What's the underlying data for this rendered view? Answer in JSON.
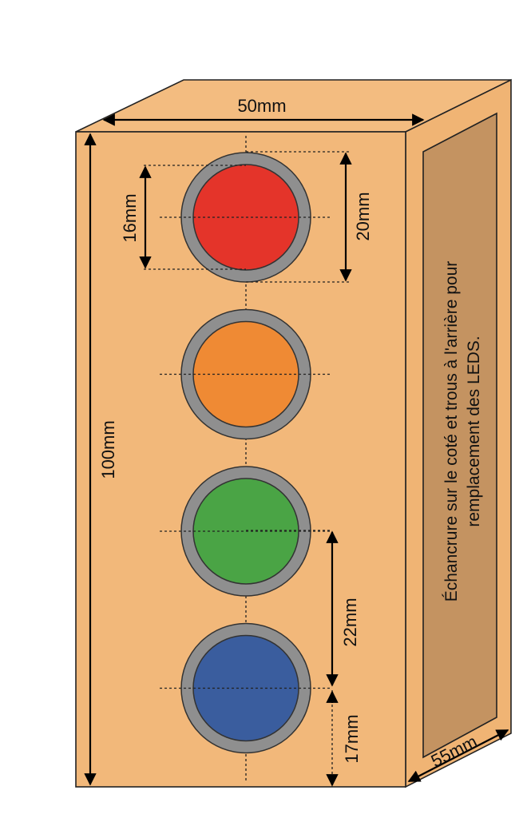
{
  "box": {
    "front_color": "#f2b87a",
    "side_color": "#f0b474",
    "top_color": "#f3bc80",
    "recess_color": "#c49361"
  },
  "dimensions": {
    "width": "50mm",
    "height": "100mm",
    "depth": "55mm",
    "lens_diameter": "16mm",
    "ring_diameter": "20mm",
    "spacing": "22mm",
    "bottom_offset": "17mm"
  },
  "leds": [
    {
      "name": "red",
      "color": "#e4342a"
    },
    {
      "name": "orange",
      "color": "#ef8a34"
    },
    {
      "name": "green",
      "color": "#4aa445"
    },
    {
      "name": "blue",
      "color": "#3a5d9e"
    }
  ],
  "note": {
    "line1": "Échancrure  sur le coté et trous à l'arrière pour",
    "line2": "remplacement des LEDS."
  }
}
